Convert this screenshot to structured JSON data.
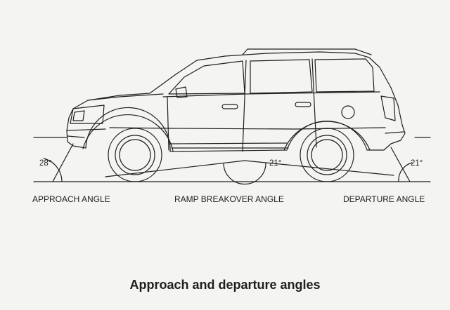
{
  "angles": {
    "approach": "28°",
    "ramp_breakover": "21°",
    "departure": "21°"
  },
  "labels": {
    "approach": "APPROACH ANGLE",
    "ramp_breakover": "RAMP BREAKOVER ANGLE",
    "departure": "DEPARTURE ANGLE"
  },
  "title": "Approach and departure angles",
  "colors": {
    "line": "#1f1f1f",
    "background": "#f4f4f2"
  }
}
